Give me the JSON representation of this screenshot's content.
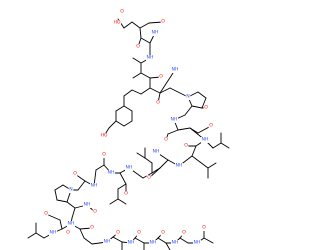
{
  "structure": {
    "bond_color": "#000000",
    "background": "#ffffff",
    "element_colors": {
      "O": "#ff0d0d",
      "N": "#3050f8",
      "H": "#000000"
    },
    "atoms": [
      {
        "id": "o1",
        "label": "O",
        "color": "#ff0d0d"
      },
      {
        "id": "oh1",
        "label": "HO",
        "color": "#ff0d0d"
      },
      {
        "id": "o2",
        "label": "O",
        "color": "#ff0d0d"
      },
      {
        "id": "n1",
        "label": "NH",
        "color": "#3050f8"
      },
      {
        "id": "o3",
        "label": "O",
        "color": "#ff0d0d"
      },
      {
        "id": "n2",
        "label": "NH",
        "color": "#3050f8"
      },
      {
        "id": "o4",
        "label": "O",
        "color": "#ff0d0d"
      },
      {
        "id": "n3",
        "label": "NH",
        "color": "#3050f8"
      },
      {
        "id": "o5",
        "label": "O",
        "color": "#ff0d0d"
      },
      {
        "id": "n4",
        "label": "N",
        "color": "#3050f8"
      },
      {
        "id": "oh2",
        "label": "HO",
        "color": "#ff0d0d"
      },
      {
        "id": "o6",
        "label": "O",
        "color": "#ff0d0d"
      },
      {
        "id": "n5",
        "label": "NH",
        "color": "#3050f8"
      },
      {
        "id": "o7",
        "label": "O",
        "color": "#ff0d0d"
      },
      {
        "id": "n6",
        "label": "NH",
        "color": "#3050f8"
      },
      {
        "id": "o8",
        "label": "O",
        "color": "#ff0d0d"
      },
      {
        "id": "n7",
        "label": "NH",
        "color": "#3050f8"
      },
      {
        "id": "o9",
        "label": "O",
        "color": "#ff0d0d"
      },
      {
        "id": "n8",
        "label": "NH",
        "color": "#3050f8"
      },
      {
        "id": "o10",
        "label": "O",
        "color": "#ff0d0d"
      },
      {
        "id": "n9",
        "label": "NH",
        "color": "#3050f8"
      },
      {
        "id": "o11",
        "label": "O",
        "color": "#ff0d0d"
      },
      {
        "id": "n10",
        "label": "NH",
        "color": "#3050f8"
      },
      {
        "id": "o12",
        "label": "O",
        "color": "#ff0d0d"
      },
      {
        "id": "n11",
        "label": "NH",
        "color": "#3050f8"
      },
      {
        "id": "o13",
        "label": "O",
        "color": "#ff0d0d"
      },
      {
        "id": "n12",
        "label": "NH",
        "color": "#3050f8"
      },
      {
        "id": "o14",
        "label": "O",
        "color": "#ff0d0d"
      },
      {
        "id": "n13",
        "label": "N",
        "color": "#3050f8"
      },
      {
        "id": "o15",
        "label": "O",
        "color": "#ff0d0d"
      },
      {
        "id": "n14",
        "label": "NH",
        "color": "#3050f8"
      },
      {
        "id": "o16",
        "label": "O",
        "color": "#ff0d0d"
      },
      {
        "id": "n15",
        "label": "NH",
        "color": "#3050f8"
      },
      {
        "id": "o17",
        "label": "O",
        "color": "#ff0d0d"
      },
      {
        "id": "n16",
        "label": "NH",
        "color": "#3050f8"
      },
      {
        "id": "o18",
        "label": "O",
        "color": "#ff0d0d"
      },
      {
        "id": "n17",
        "label": "NH",
        "color": "#3050f8"
      },
      {
        "id": "o19",
        "label": "O",
        "color": "#ff0d0d"
      },
      {
        "id": "n18",
        "label": "NH",
        "color": "#3050f8"
      },
      {
        "id": "o20",
        "label": "O",
        "color": "#ff0d0d"
      },
      {
        "id": "n19",
        "label": "NH",
        "color": "#3050f8"
      },
      {
        "id": "o21",
        "label": "O",
        "color": "#ff0d0d"
      },
      {
        "id": "n20",
        "label": "NH",
        "color": "#3050f8"
      },
      {
        "id": "o22",
        "label": "O",
        "color": "#ff0d0d"
      }
    ]
  }
}
